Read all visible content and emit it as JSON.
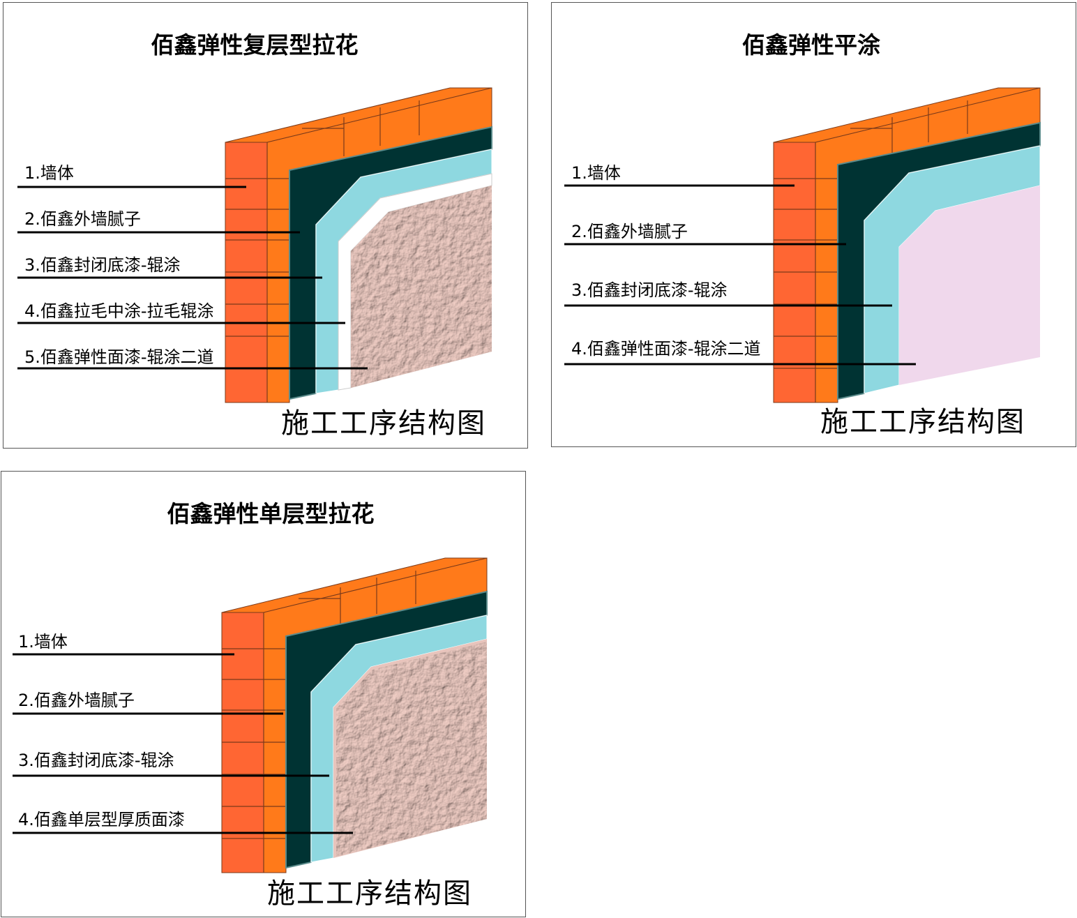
{
  "colors": {
    "brick": "#FF6633",
    "brick_top": "#FF7A1A",
    "mortar": "#7a3a1a",
    "putty": "#003333",
    "putty_edge": "#5a8a8a",
    "primer": "#8ED8E0",
    "mid_coat": "#FFFFFF",
    "texture": "#E8C4BC",
    "flat_finish": "#F0D8EC",
    "frame": "#555555"
  },
  "panels": [
    {
      "title": "佰鑫弹性复层型拉花",
      "caption": "施工工序结构图",
      "finish": "texture",
      "labels": [
        "1.墙体",
        "2.佰鑫外墙腻子",
        "3.佰鑫封闭底漆-辊涂",
        "4.佰鑫拉毛中涂-拉毛辊涂",
        "5.佰鑫弹性面漆-辊涂二道"
      ]
    },
    {
      "title": "佰鑫弹性平涂",
      "caption": "施工工序结构图",
      "finish": "flat",
      "labels": [
        "1.墙体",
        "2.佰鑫外墙腻子",
        "3.佰鑫封闭底漆-辊涂",
        "4.佰鑫弹性面漆-辊涂二道"
      ]
    },
    {
      "title": "佰鑫弹性单层型拉花",
      "caption": "施工工序结构图",
      "finish": "texture",
      "labels": [
        "1.墙体",
        "2.佰鑫外墙腻子",
        "3.佰鑫封闭底漆-辊涂",
        "4.佰鑫单层型厚质面漆"
      ]
    }
  ]
}
